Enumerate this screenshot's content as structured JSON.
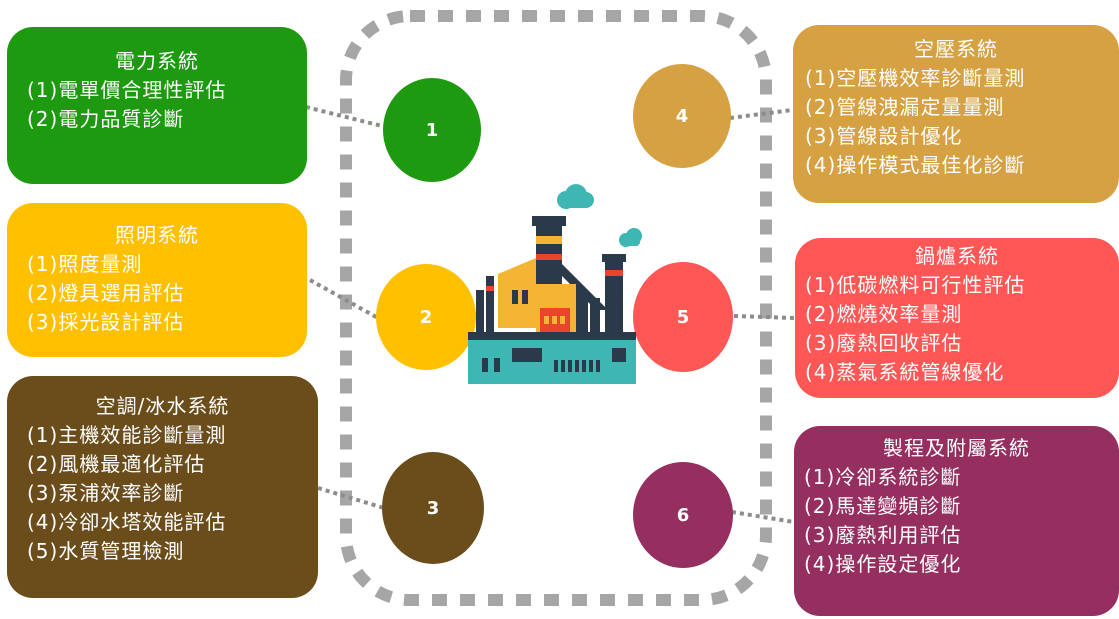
{
  "colors": {
    "power": "#1d9a0f",
    "lighting": "#ffc000",
    "hvac": "#6b4d1b",
    "air": "#d6a143",
    "boiler": "#ff5656",
    "process": "#942f60",
    "frame": "#a6a6a6"
  },
  "icons": {
    "center": "factory-icon"
  },
  "systems": [
    {
      "number": "1",
      "title": "電力系統",
      "items": [
        "(1)電單價合理性評估",
        "(2)電力品質診斷"
      ]
    },
    {
      "number": "2",
      "title": "照明系統",
      "items": [
        "(1)照度量測",
        "(2)燈具選用評估",
        "(3)採光設計評估"
      ]
    },
    {
      "number": "3",
      "title": "空調/冰水系統",
      "items": [
        "(1)主機效能診斷量測",
        "(2)風機最適化評估",
        "(3)泵浦效率診斷",
        "(4)冷卻水塔效能評估",
        "(5)水質管理檢測"
      ]
    },
    {
      "number": "4",
      "title": "空壓系統",
      "items": [
        "(1)空壓機效率診斷量測",
        "(2)管線洩漏定量量測",
        "(3)管線設計優化",
        "(4)操作模式最佳化診斷"
      ]
    },
    {
      "number": "5",
      "title": "鍋爐系統",
      "items": [
        "(1)低碳燃料可行性評估",
        "(2)燃燒效率量測",
        "(3)廢熱回收評估",
        "(4)蒸氣系統管線優化"
      ]
    },
    {
      "number": "6",
      "title": "製程及附屬系統",
      "items": [
        "(1)冷卻系統診斷",
        "(2)馬達變頻診斷",
        "(3)廢熱利用評估",
        "(4)操作設定優化"
      ]
    }
  ]
}
